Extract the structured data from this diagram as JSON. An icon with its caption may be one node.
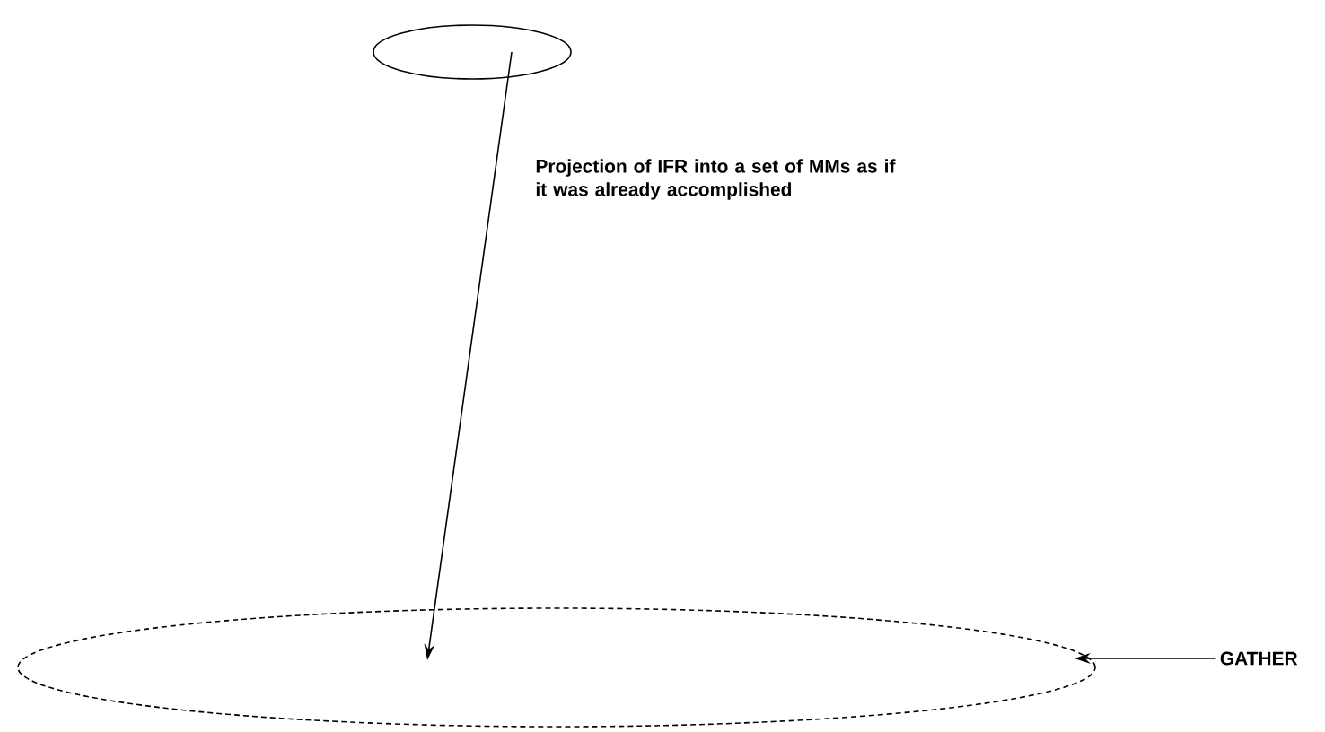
{
  "diagram": {
    "nodes": [
      {
        "text": [],
        "shape": "ellipse"
      },
      {
        "text": [],
        "shape": "ellipse"
      },
      {
        "text": [
          "GATHER"
        ]
      }
    ],
    "edges": [
      {
        "from": 0,
        "to": 1,
        "arrow": "to",
        "label": "Projection of IFR into a set of MMs as if it was already accomplished"
      },
      {
        "from": 2,
        "to": 1,
        "arrow": "to"
      }
    ]
  }
}
